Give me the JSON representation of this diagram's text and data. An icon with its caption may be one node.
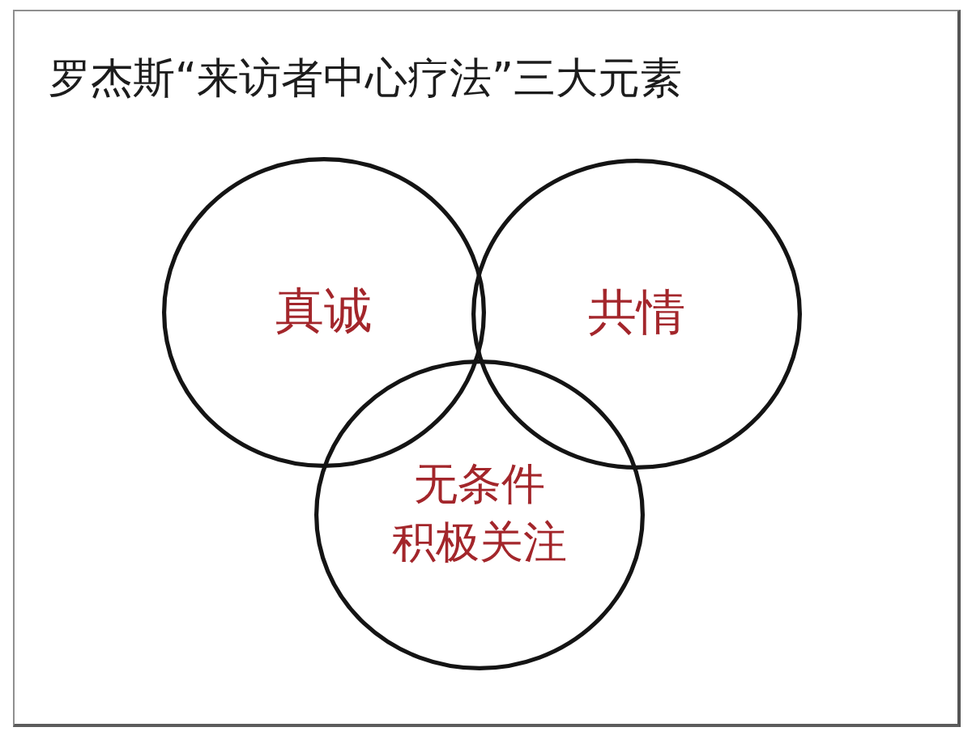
{
  "diagram": {
    "title": "罗杰斯“来访者中心疗法”三大元素",
    "nodes": [
      {
        "text": [
          "真诚"
        ]
      },
      {
        "text": [
          "共情"
        ]
      },
      {
        "text": [
          "无条件积极关注"
        ]
      }
    ]
  }
}
